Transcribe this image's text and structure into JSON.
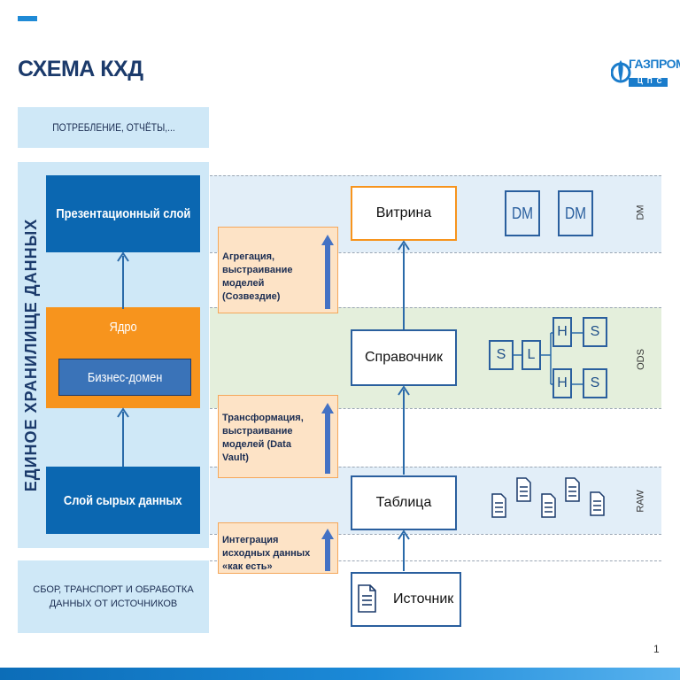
{
  "page": {
    "title": "СХЕМА КХД",
    "page_number": "1"
  },
  "logo": {
    "name": "ГАЗПРОМ",
    "subtext": "ЦПС"
  },
  "left_panel": {
    "top_label": "ПОТРЕБЛЕНИЕ, ОТЧЁТЫ,...",
    "vertical_label": "ЕДИНОЕ ХРАНИЛИЩЕ ДАННЫХ",
    "presentation_layer": "Презентационный слой",
    "core": "Ядро",
    "business_domain": "Бизнес-домен",
    "raw_layer": "Слой сырых данных",
    "bottom_label": "СБОР, ТРАНСПОРТ И ОБРАБОТКА ДАННЫХ ОТ ИСТОЧНИКОВ"
  },
  "process_boxes": [
    {
      "text": "Агрегация, выстраивание моделей (Созвездие)"
    },
    {
      "text": "Трансформация, выстраивание моделей (Data Vault)"
    },
    {
      "text": "Интеграция исходных данных «как есть»"
    }
  ],
  "flow": {
    "vitrina": "Витрина",
    "spravochnik": "Справочник",
    "tablica": "Таблица",
    "istochnik": "Источник"
  },
  "layers": {
    "dm": "DM",
    "ods": "ODS",
    "raw": "RAW"
  },
  "dm_items": [
    "DM",
    "DM"
  ],
  "ods_nodes": {
    "s1": "S",
    "l": "L",
    "h1": "H",
    "h2": "H",
    "s2": "S",
    "s3": "S"
  },
  "colors": {
    "primary_blue": "#0b67b1",
    "orange": "#f7941d",
    "light_orange": "#fde3c6",
    "navy": "#1b3a6b",
    "light_blue": "#cfe8f7",
    "ods_green": "#e4efdc"
  }
}
